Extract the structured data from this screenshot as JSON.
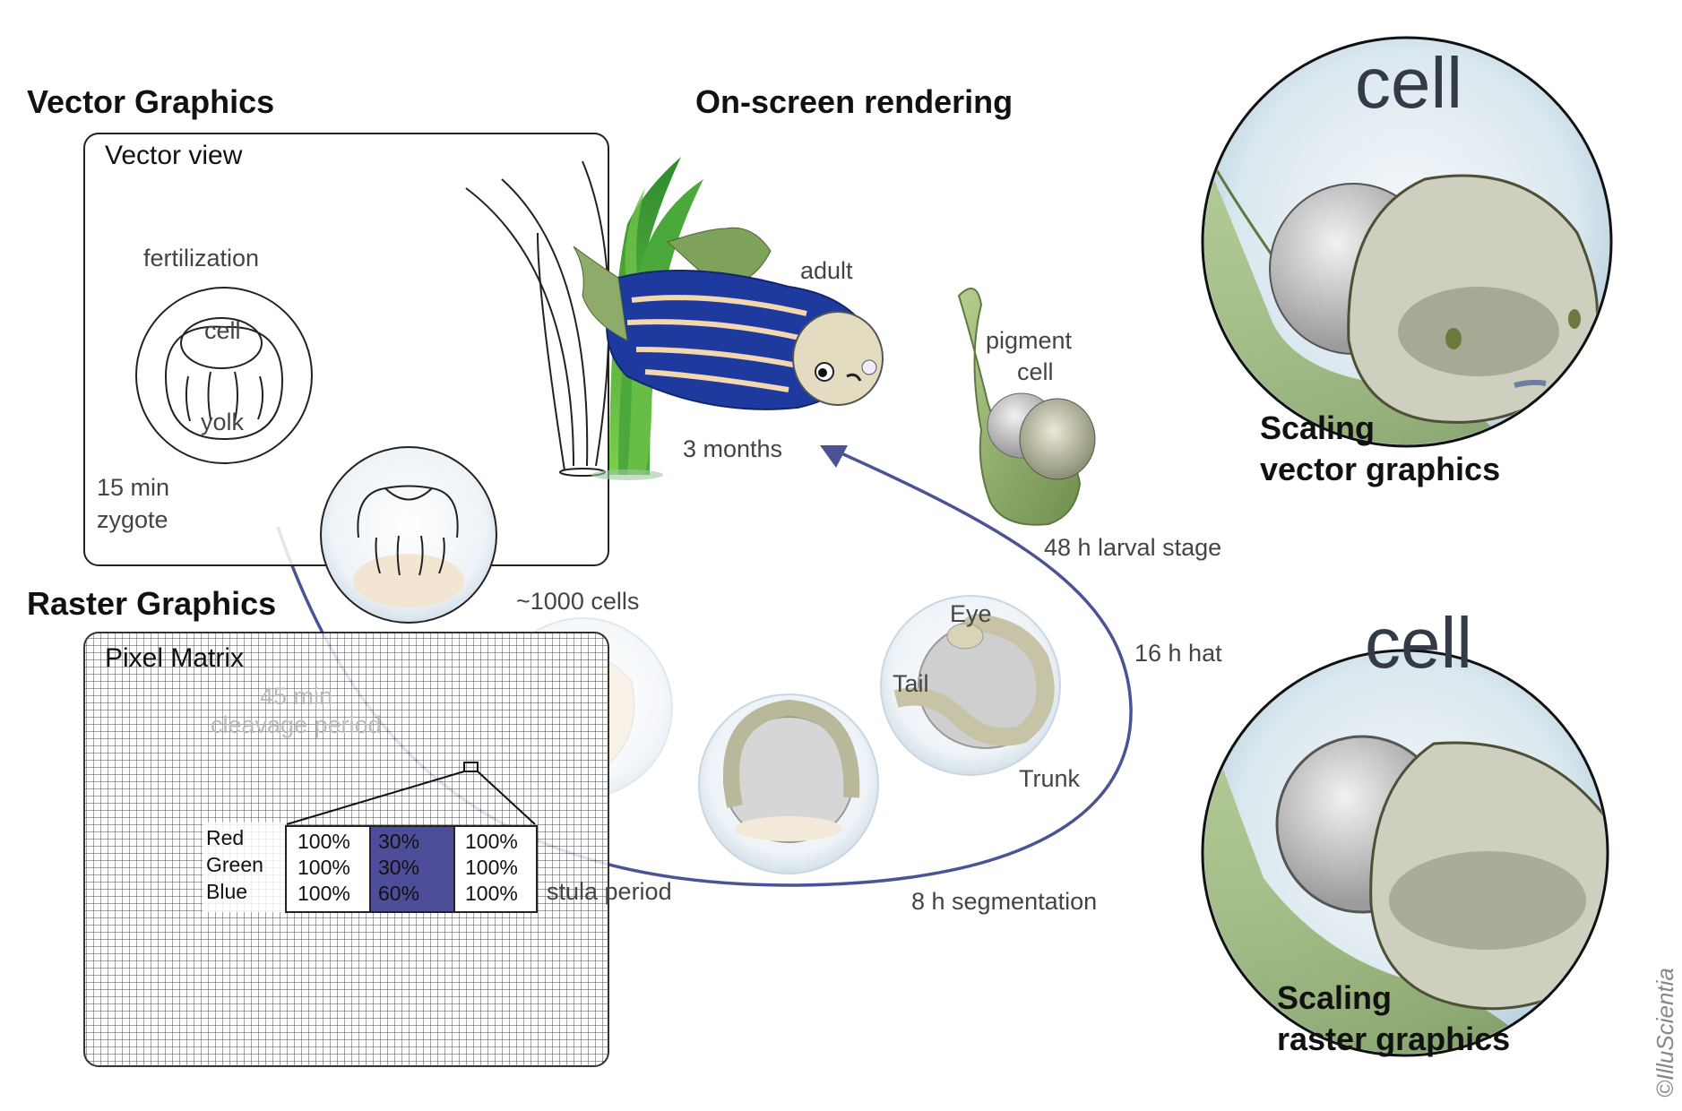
{
  "headings": {
    "vector": "Vector Graphics",
    "raster": "Raster Graphics",
    "onscreen": "On-screen rendering"
  },
  "vector_box": {
    "title": "Vector view",
    "fertilization": "fertilization",
    "cell": "cell",
    "yolk": "yolk",
    "time": "15 min",
    "stage": "zygote"
  },
  "raster_box": {
    "title": "Pixel Matrix",
    "faint_time": "45 min",
    "faint_stage": "cleavage period",
    "channels": [
      "Red",
      "Green",
      "Blue"
    ],
    "pixels": [
      {
        "values": [
          "100%",
          "100%",
          "100%"
        ],
        "color": "#ffffff"
      },
      {
        "values": [
          "30%",
          "30%",
          "60%"
        ],
        "color": "#4d4d99"
      },
      {
        "values": [
          "100%",
          "100%",
          "100%"
        ],
        "color": "#ffffff"
      }
    ],
    "behind_text": "stula period"
  },
  "stages": {
    "adult": "adult",
    "months": "3 months",
    "pigment": "pigment",
    "pigment_cell": "cell",
    "larval": "48 h  larval stage",
    "hatching": "16 h   hat",
    "eye": "Eye",
    "tail": "Tail",
    "trunk": "Trunk",
    "segmentation": "8 h   segmentation",
    "thousand_cells": "~1000 cells"
  },
  "zoom_vector": {
    "word": "cell",
    "caption_line1": "Scaling",
    "caption_line2": "vector graphics"
  },
  "zoom_raster": {
    "word": "cell",
    "caption_line1": "Scaling",
    "caption_line2": "raster graphics"
  },
  "copyright": "©IlluScientia",
  "colors": {
    "arrow": "#4a5396",
    "fish_blue": "#1f3a9e",
    "fish_stripe": "#f2d7b0",
    "tissue_green": "#8fab6a",
    "cell_gray": "#b8b8b8",
    "sphere_blue": "#cfe2ee"
  }
}
